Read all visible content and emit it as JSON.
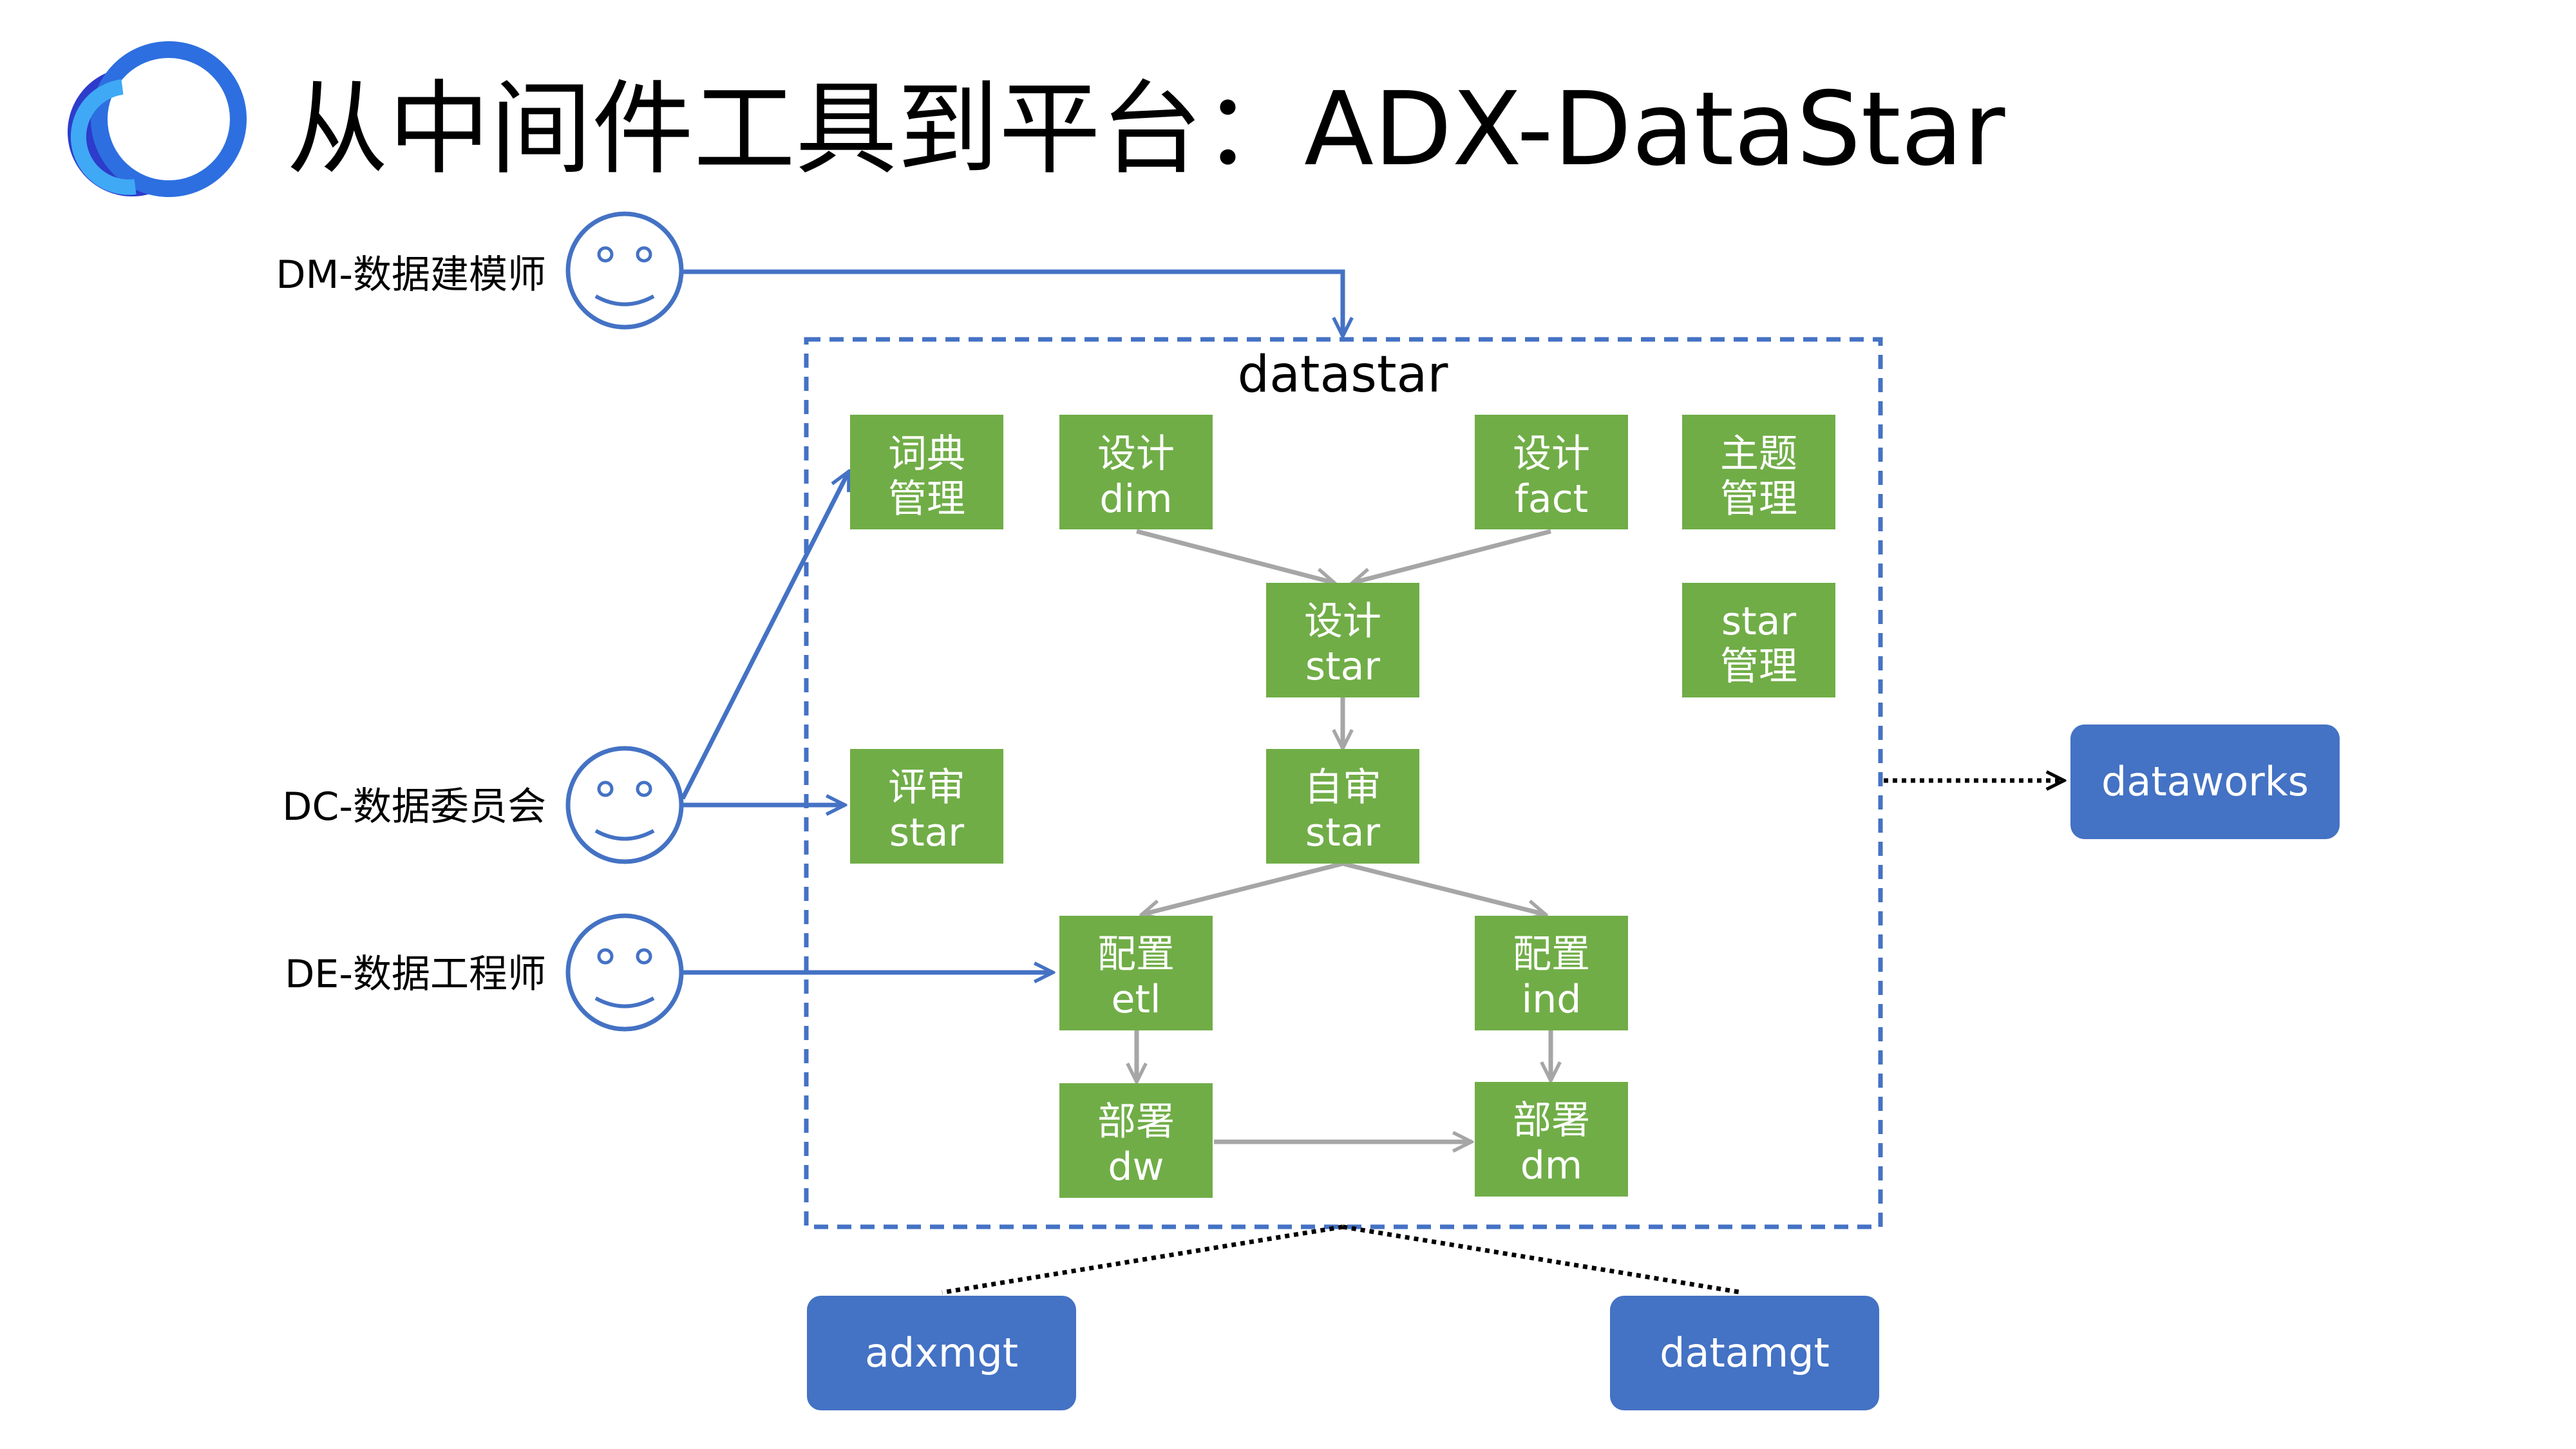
{
  "title": "从中间件工具到平台：ADX-DataStar",
  "colors": {
    "green_box": "#70AD47",
    "blue_box": "#4472C4",
    "arrow_blue": "#4472C4",
    "arrow_gray": "#A6A6A6",
    "logo_outer": "#2D3CCB",
    "logo_inner": "#3FA9F5"
  },
  "roles": [
    {
      "id": "dm",
      "label": "DM-数据建模师",
      "icon": "smiley-face-icon"
    },
    {
      "id": "dc",
      "label": "DC-数据委员会",
      "icon": "smiley-face-icon"
    },
    {
      "id": "de",
      "label": "DE-数据工程师",
      "icon": "smiley-face-icon"
    }
  ],
  "container": {
    "label": "datastar"
  },
  "modules": {
    "dict_manage": {
      "line1": "词典",
      "line2": "管理"
    },
    "design_dim": {
      "line1": "设计",
      "line2": "dim"
    },
    "design_fact": {
      "line1": "设计",
      "line2": "fact"
    },
    "topic_manage": {
      "line1": "主题",
      "line2": "管理"
    },
    "design_star": {
      "line1": "设计",
      "line2": "star"
    },
    "star_manage": {
      "line1": "star",
      "line2": "管理"
    },
    "review_star": {
      "line1": "评审",
      "line2": "star"
    },
    "self_review_star": {
      "line1": "自审",
      "line2": "star"
    },
    "config_etl": {
      "line1": "配置",
      "line2": "etl"
    },
    "config_ind": {
      "line1": "配置",
      "line2": "ind"
    },
    "deploy_dw": {
      "line1": "部署",
      "line2": "dw"
    },
    "deploy_dm": {
      "line1": "部署",
      "line2": "dm"
    }
  },
  "external": {
    "dataworks": "dataworks",
    "adxmgt": "adxmgt",
    "datamgt": "datamgt"
  }
}
